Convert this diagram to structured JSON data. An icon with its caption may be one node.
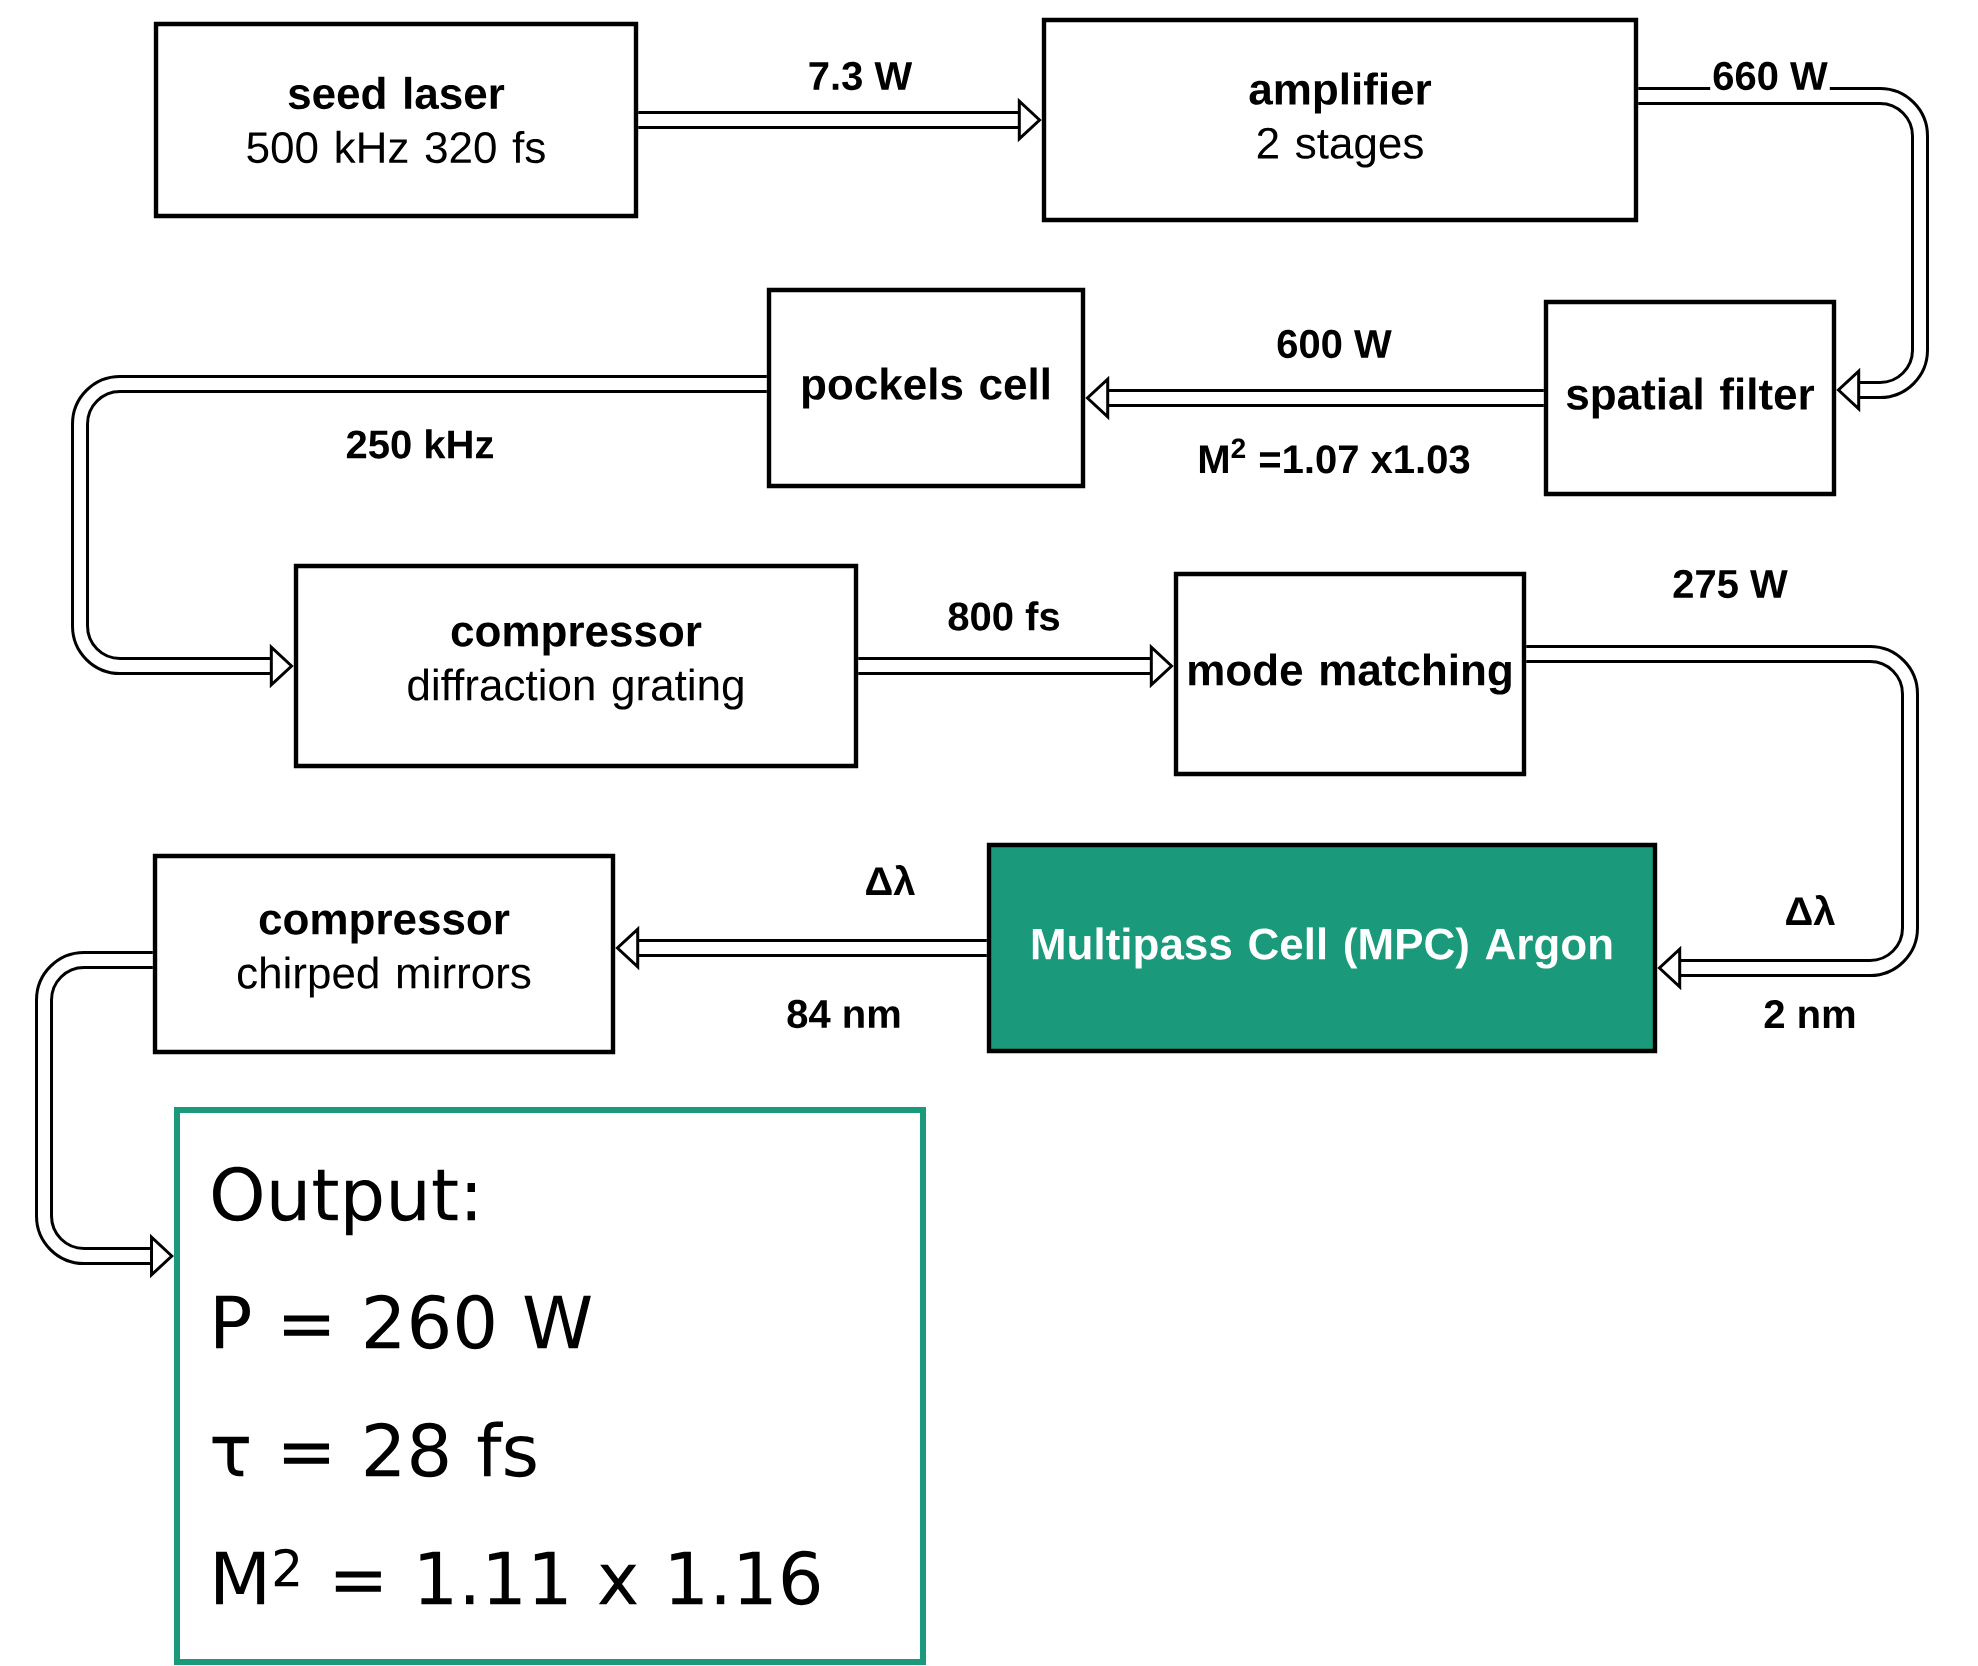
{
  "diagram": {
    "nodes": [
      {
        "text": [
          "seed laser",
          "500 kHz  320 fs"
        ]
      },
      {
        "text": [
          "amplifier",
          "2 stages"
        ]
      },
      {
        "text": [
          "spatial filter"
        ]
      },
      {
        "text": [
          "pockels cell"
        ]
      },
      {
        "text": [
          "compressor",
          "diffraction grating"
        ]
      },
      {
        "text": [
          "mode matching"
        ]
      },
      {
        "text": [
          "Multipass Cell (MPC) Argon"
        ]
      },
      {
        "text": [
          "compressor",
          "chirped mirrors"
        ]
      },
      {
        "text": [
          "Output:",
          "P  = 260 W",
          "τ   = 28 fs",
          "M$^{2}$ = 1.11 x 1.16"
        ]
      }
    ],
    "edges": [
      {
        "from": 0,
        "to": 1,
        "arrow": "to",
        "label": "7.3 W"
      },
      {
        "from": 1,
        "to": 2,
        "arrow": "to",
        "label": "660 W"
      },
      {
        "from": 2,
        "to": 3,
        "arrow": "to",
        "label": "600 W"
      },
      {
        "from": 3,
        "to": 4,
        "arrow": "to",
        "label": "250 kHz"
      },
      {
        "from": 4,
        "to": 5,
        "arrow": "to",
        "label": "800 fs"
      },
      {
        "from": 5,
        "to": 6,
        "arrow": "to",
        "label": "275 W"
      },
      {
        "from": 6,
        "to": 7,
        "arrow": "to",
        "label": "84 nm"
      },
      {
        "from": 7,
        "to": 8,
        "arrow": "to"
      }
    ],
    "labels": [
      "M$^{2}$ =1.07 x1.03",
      "Δλ",
      "Δλ",
      "2 nm"
    ]
  }
}
